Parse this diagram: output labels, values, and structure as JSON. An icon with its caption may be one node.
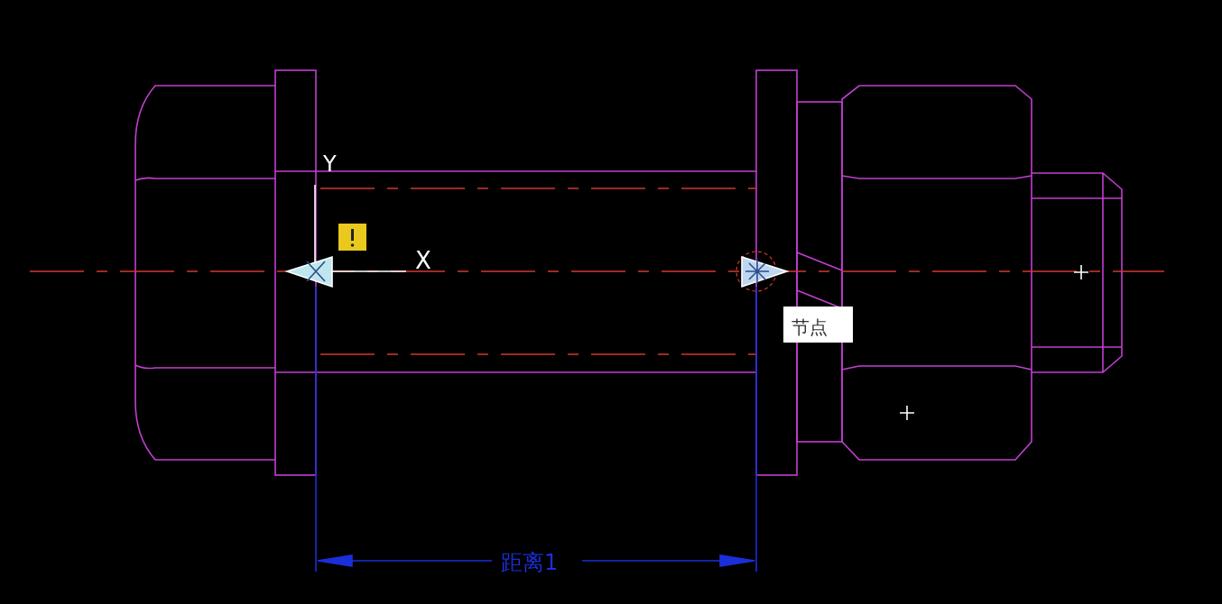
{
  "diagram": {
    "labels": [
      "Y",
      "X",
      "节点",
      "距离1"
    ]
  }
}
